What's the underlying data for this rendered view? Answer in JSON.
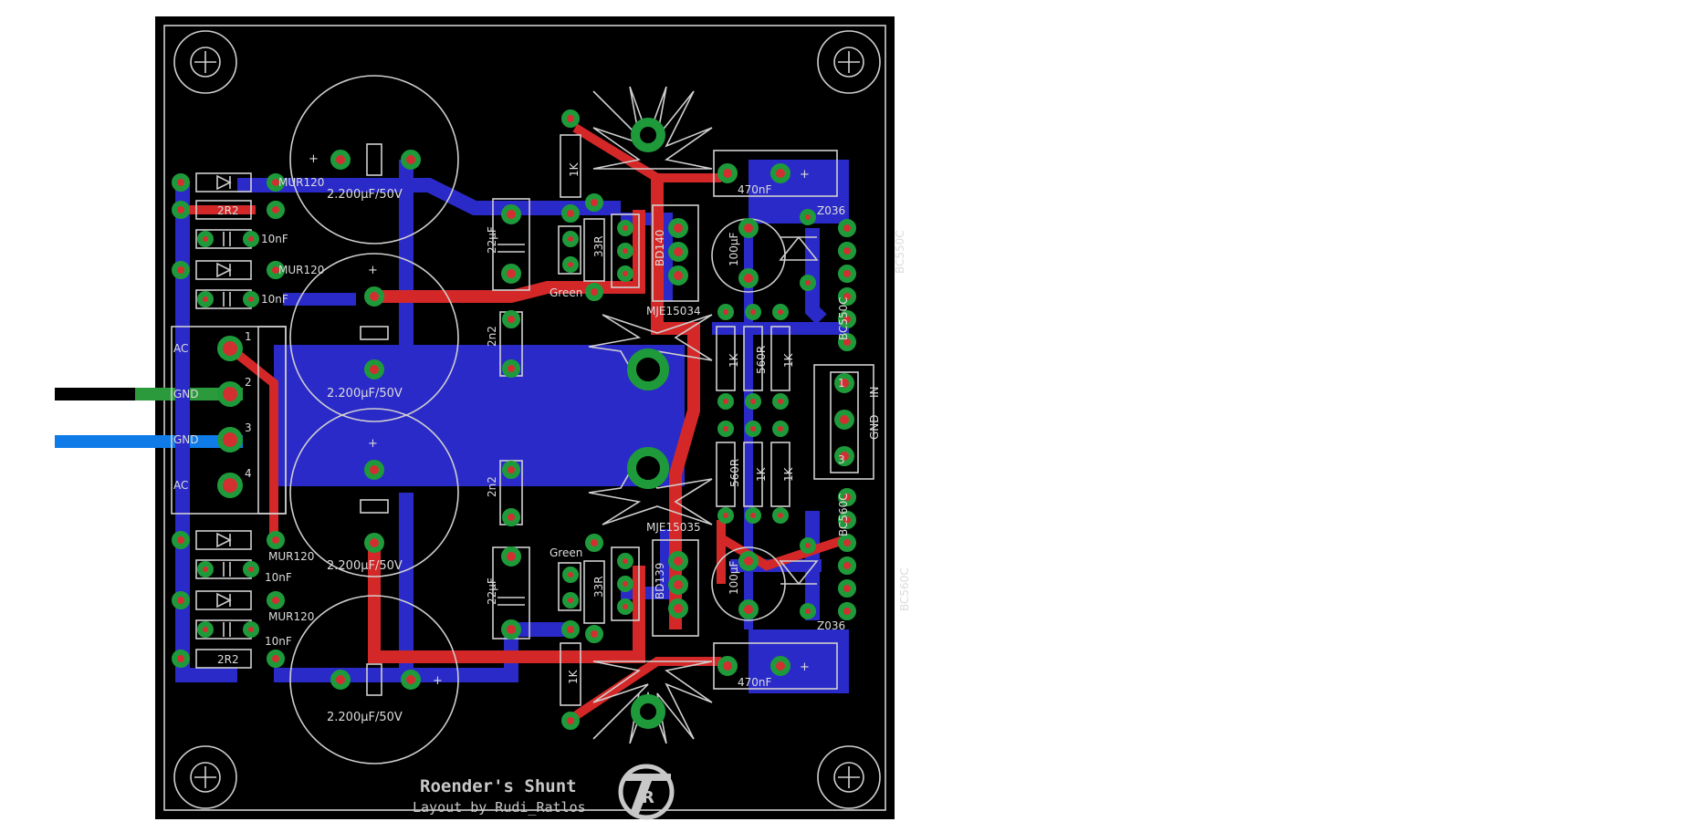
{
  "board": {
    "colors": {
      "background": "#000000",
      "top_copper": "#d42828",
      "bottom_copper": "#2a2ac8",
      "pad_ring": "#1f9a3a",
      "silkscreen": "#cfcfcf"
    },
    "capacitors_large": [
      "2.200µF/50V",
      "2.200µF/50V",
      "2.200µF/50V",
      "2.200µF/50V"
    ],
    "diodes": [
      "MUR120",
      "MUR120",
      "MUR120",
      "MUR120"
    ],
    "small_caps": [
      "10nF",
      "10nF",
      "10nF",
      "10nF"
    ],
    "resistors_2r2": [
      "2R2",
      "2R2"
    ],
    "caps_22uf": [
      "22µF",
      "22µF"
    ],
    "caps_2n2": [
      "2n2",
      "2n2"
    ],
    "resistors_1k": [
      "1K",
      "1K"
    ],
    "resistors_33r": [
      "33R",
      "33R"
    ],
    "transistors_power": [
      "BD140",
      "BD139"
    ],
    "mje": [
      "MJE15034",
      "MJE15035"
    ],
    "green_labels": [
      "Green",
      "Green"
    ],
    "caps_470nf": [
      "470nF",
      "470nF"
    ],
    "caps_100uf": [
      "100µF",
      "100µF"
    ],
    "zeners": [
      "Z036",
      "Z036"
    ],
    "bc550": [
      "BC550C",
      "BC550C"
    ],
    "bc560": [
      "BC560C",
      "BC560C"
    ],
    "resistors_mid_top": [
      "1K",
      "560R",
      "1K"
    ],
    "resistors_mid_bottom": [
      "560R",
      "1K",
      "1K"
    ],
    "connector_left_labels": [
      "AC",
      "GND",
      "GND",
      "AC"
    ],
    "connector_left_pins": [
      "1",
      "2",
      "3",
      "4"
    ],
    "connector_right_labels": [
      "IN",
      "GND"
    ],
    "connector_right_pins": [
      "1",
      "3"
    ],
    "title": "Roender's Shunt",
    "subtitle": "Layout by Rudi_Ratlos",
    "logo": "R"
  }
}
